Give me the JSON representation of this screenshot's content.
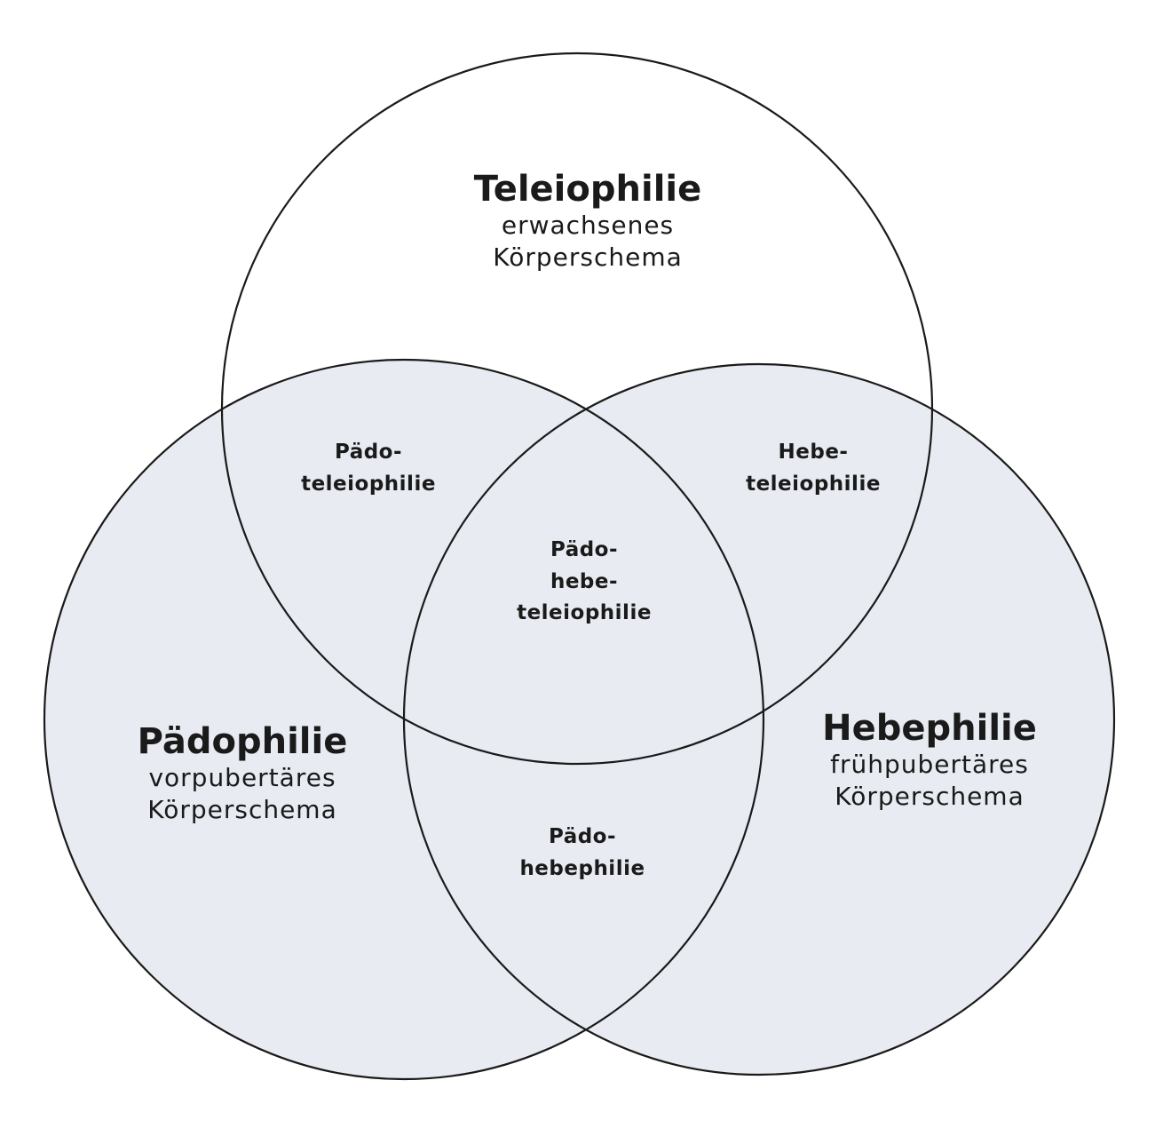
{
  "colors": {
    "top_fill": "#ffffff",
    "bottom_fill": "#e8ecf2",
    "stroke": "#1a1a1a",
    "text": "#1a1a1a"
  },
  "sets": {
    "teleiophilie": {
      "title": "Teleiophilie",
      "sub_line1": "erwachsenes",
      "sub_line2": "Körperschema"
    },
    "paedophilie": {
      "title": "Pädophilie",
      "sub_line1": "vorpubertäres",
      "sub_line2": "Körperschema"
    },
    "hebephilie": {
      "title": "Hebephilie",
      "sub_line1": "frühpubertäres",
      "sub_line2": "Körperschema"
    }
  },
  "overlaps": {
    "paedo_teleio": {
      "line1": "Pädo-",
      "line2": "teleiophilie"
    },
    "hebe_teleio": {
      "line1": "Hebe-",
      "line2": "teleiophilie"
    },
    "all_three": {
      "line1": "Pädo-",
      "line2": "hebe-",
      "line3": "teleiophilie"
    },
    "paedo_hebe": {
      "line1": "Pädo-",
      "line2": "hebephilie"
    }
  }
}
